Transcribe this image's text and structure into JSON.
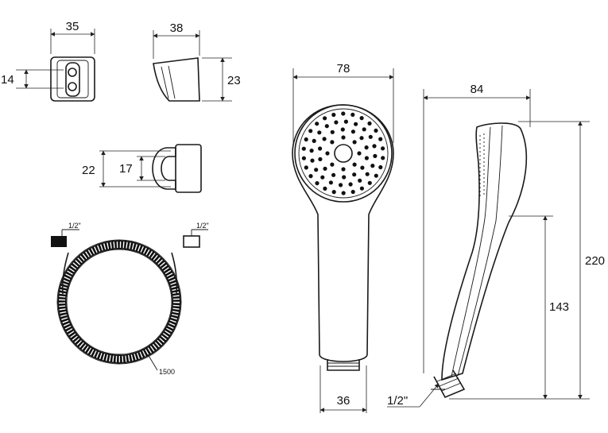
{
  "dimensions": {
    "bracket_width": "35",
    "bracket_height": "14",
    "holder_width": "38",
    "holder_height": "23",
    "clip_outer": "22",
    "clip_inner": "17",
    "head_width": "78",
    "handle_end_width": "36",
    "side_depth": "84",
    "overall_length": "220",
    "handle_length": "143",
    "thread_main": "1/2\"",
    "hose_thread_left": "1/2\"",
    "hose_thread_right": "1/2\"",
    "hose_length": "1500"
  }
}
